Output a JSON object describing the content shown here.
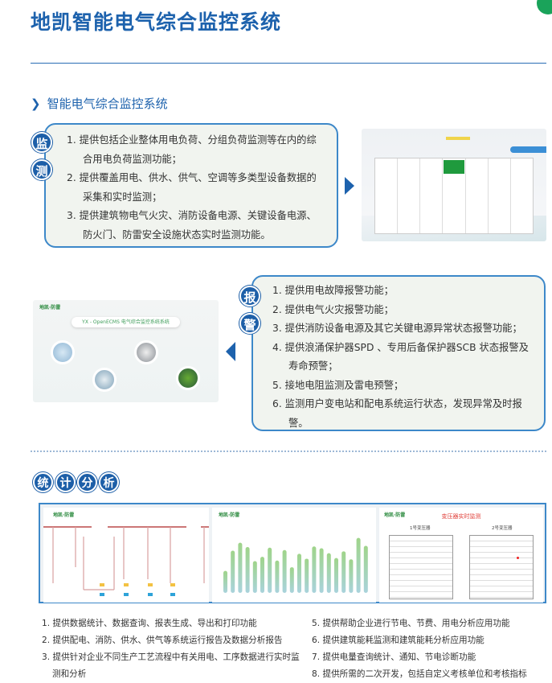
{
  "title": "地凯智能电气综合监控系统",
  "section_heading": "智能电气综合监控系统",
  "monitor": {
    "badges": [
      "监",
      "测"
    ],
    "items": [
      "1. 提供包括企业整体用电负荷、分组负荷监测等在内的综合用电负荷监测功能；",
      "2. 提供覆盖用电、供水、供气、空调等多类型设备数据的采集和实时监测；",
      "3. 提供建筑物电气火灾、消防设备电源、关键设备电源、防火门、防雷安全设施状态实时监测功能。"
    ]
  },
  "alarm": {
    "badges": [
      "报",
      "警"
    ],
    "items": [
      "1. 提供用电故障报警功能；",
      "2. 提供电气火灾报警功能；",
      "3. 提供消防设备电源及其它关键电源异常状态报警功能；",
      "4. 提供浪涌保护器SPD 、专用后备保护器SCB 状态报警及寿命预警；",
      "5. 接地电阻监测及雷电预警；",
      "6. 监测用户变电站和配电系统运行状态，发现异常及时报警。"
    ]
  },
  "screenshot2": {
    "banner": "YX - OpenECMS 电气综合监控系统系统"
  },
  "stats": {
    "badges": [
      "统",
      "计",
      "分",
      "析"
    ],
    "transformer": {
      "title": "变压器实时监测",
      "t1": "1号变压器",
      "t2": "2号变压器"
    },
    "items_left": [
      "1. 提供数据统计、数据查询、报表生成、导出和打印功能",
      "2. 提供配电、消防、供水、供气等系统运行报告及数据分析报告",
      "3. 提供针对企业不同生产工艺流程中有关用电、工序数据进行实时监测和分析"
    ],
    "items_right": [
      "5. 提供帮助企业进行节电、节费、用电分析应用功能",
      "6. 提供建筑能耗监测和建筑能耗分析应用功能",
      "7. 提供电量查询统计、通知、节电诊断功能",
      "8. 提供所需的二次开发，包括自定义考核单位和考核指标"
    ]
  },
  "chart_data": {
    "type": "bar",
    "values": [
      3.6,
      6.9,
      8.2,
      7.5,
      5.2,
      5.9,
      7.4,
      5.3,
      7.0,
      4.2,
      6.4,
      5.6,
      7.6,
      7.3,
      6.5,
      5.7,
      6.8,
      5.5,
      9.0,
      7.7
    ]
  },
  "colors": {
    "brand": "#1d62ad",
    "box_bg": "#f1f4ef",
    "bar_top": "#9fd48a",
    "bar_bottom": "#a9d3dc"
  }
}
